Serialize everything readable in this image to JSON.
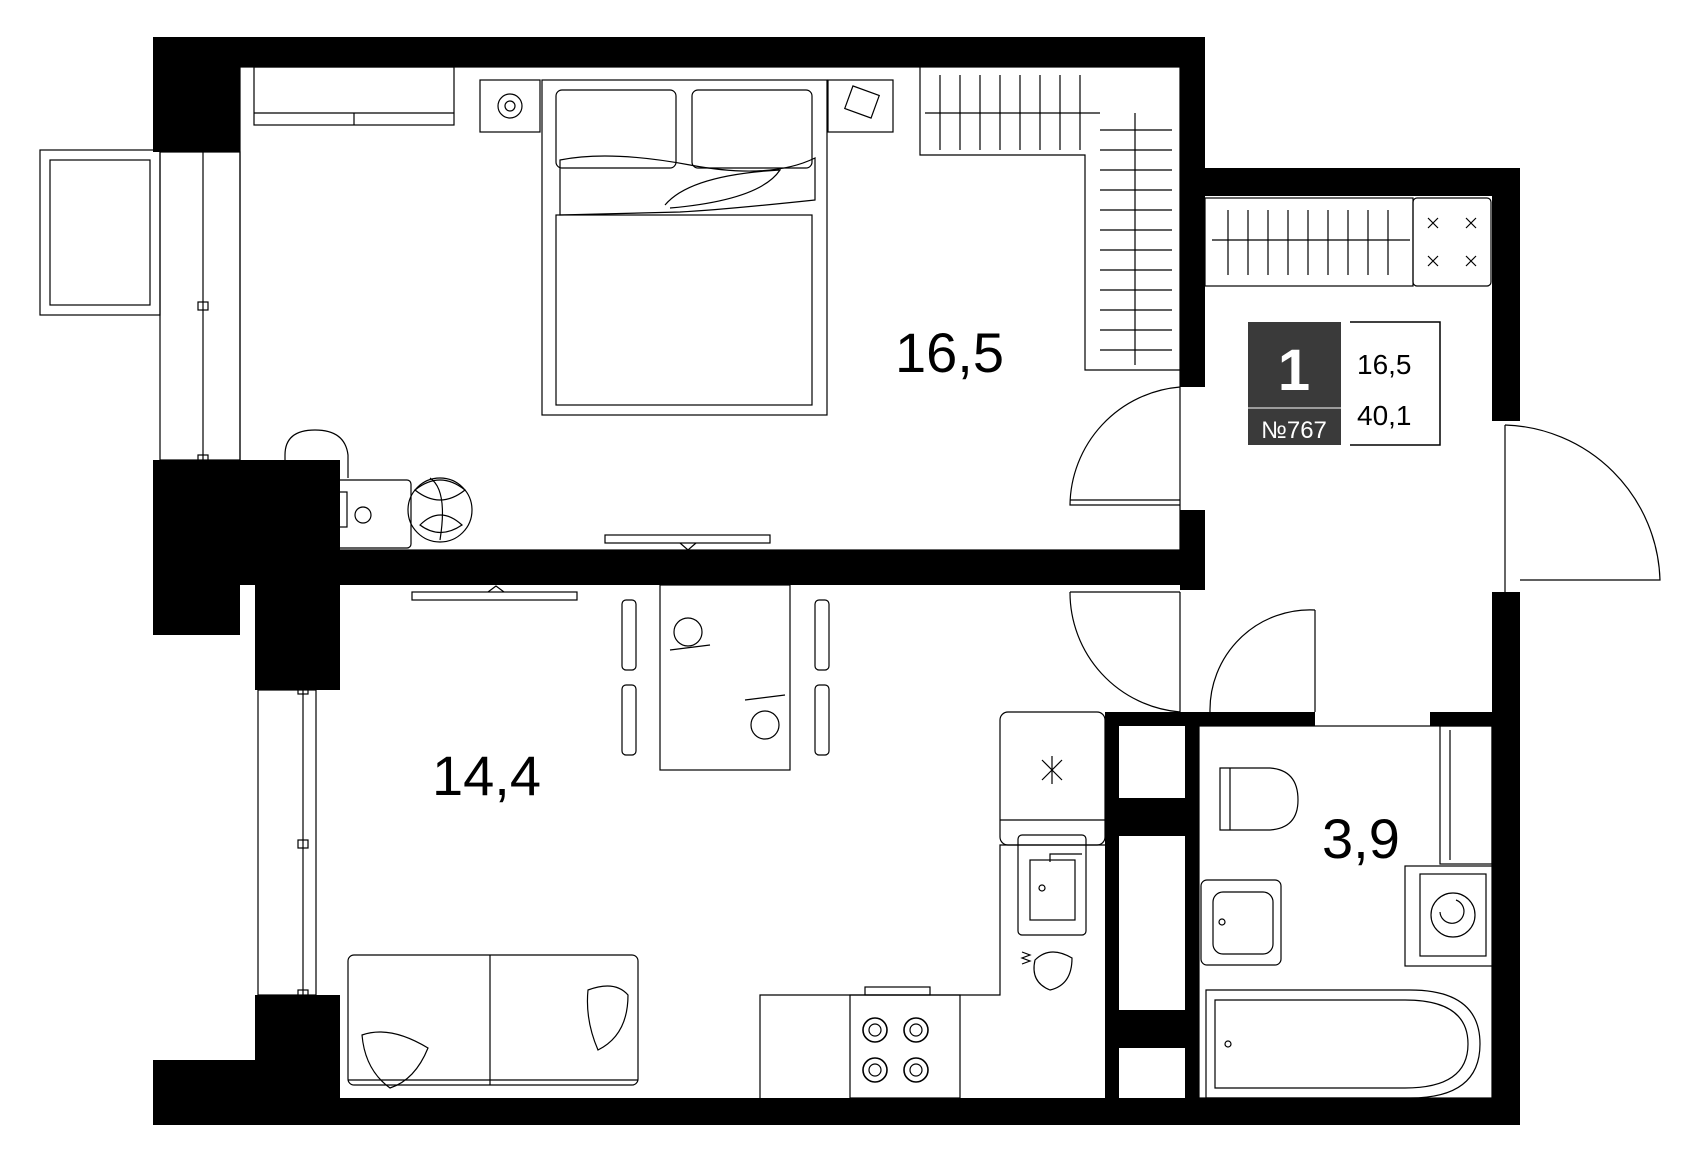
{
  "plan": {
    "rooms": [
      {
        "id": "bedroom",
        "area": "16,5"
      },
      {
        "id": "living-kitchen",
        "area": "14,4"
      },
      {
        "id": "bathroom",
        "area": "3,9"
      }
    ],
    "badge": {
      "room_count": "1",
      "apartment_number": "№767",
      "living_area": "16,5",
      "total_area": "40,1"
    },
    "colors": {
      "wall": "#000000",
      "badge_background": "#3a3a3a",
      "background": "#ffffff"
    }
  }
}
